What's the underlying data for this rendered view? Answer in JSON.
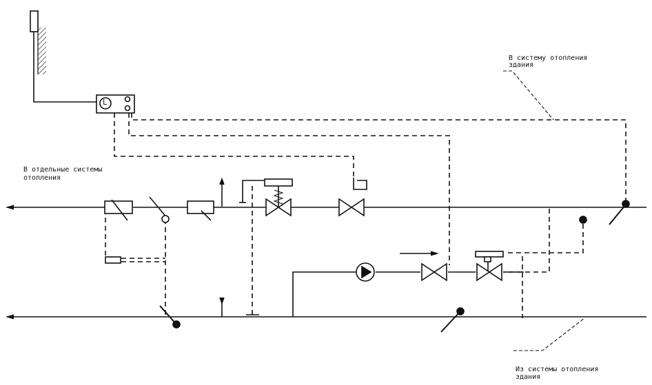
{
  "labels": {
    "top_right_line1": "В систему отопления",
    "top_right_line2": "здания",
    "left_line1": "В отдельные системы",
    "left_line2": "отопления",
    "bottom_right_line1": "Из системы отопления",
    "bottom_right_line2": "здания",
    "controller_letter": "L"
  },
  "colors": {
    "ink": "#111111",
    "background": "#ffffff"
  },
  "icons": [
    "outdoor-sensor-icon",
    "controller-icon",
    "valve-icon",
    "control-valve-icon",
    "pump-icon",
    "flow-meter-icon",
    "temperature-sensor-icon",
    "pressure-gauge-icon",
    "strainer-icon",
    "check-valve-icon"
  ]
}
